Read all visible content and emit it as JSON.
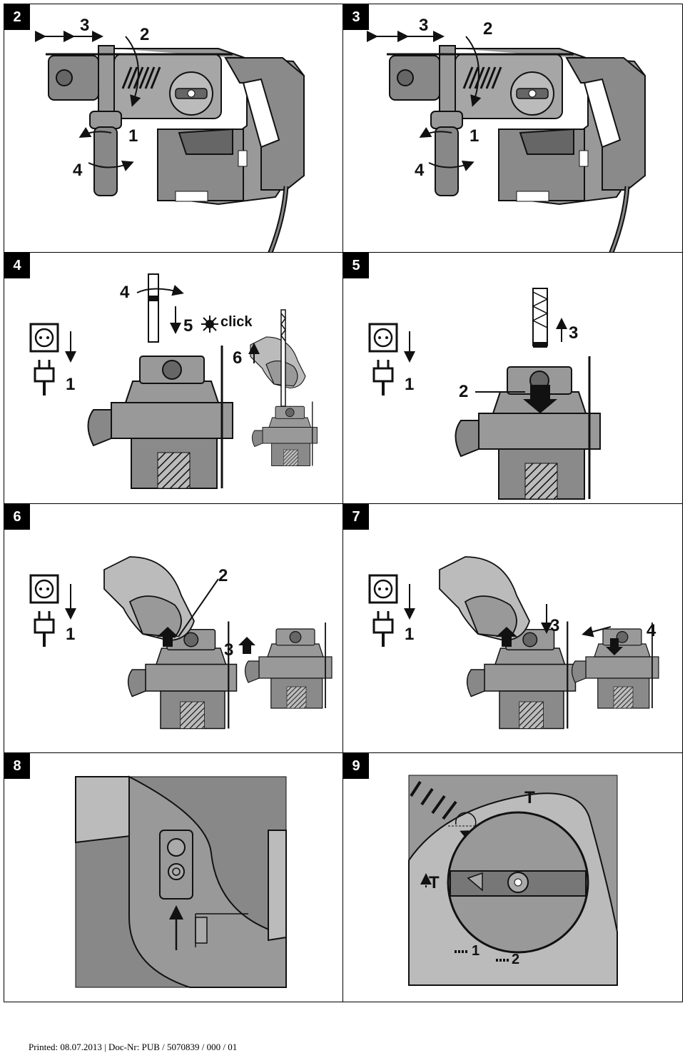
{
  "panels": [
    {
      "number": "2",
      "labels": [
        "3",
        "2",
        "1",
        "4"
      ]
    },
    {
      "number": "3",
      "labels": [
        "3",
        "2",
        "1",
        "4"
      ]
    },
    {
      "number": "4",
      "labels": [
        "4",
        "5",
        "click",
        "6",
        "1"
      ]
    },
    {
      "number": "5",
      "labels": [
        "3",
        "1",
        "2"
      ]
    },
    {
      "number": "6",
      "labels": [
        "2",
        "1",
        "3"
      ]
    },
    {
      "number": "7",
      "labels": [
        "3",
        "4",
        "1"
      ]
    },
    {
      "number": "8",
      "labels": []
    },
    {
      "number": "9",
      "labels": [
        "T",
        "T",
        "1",
        "2"
      ]
    }
  ],
  "footer": "Printed: 08.07.2013 | Doc-Nr: PUB / 5070839 / 000 / 01"
}
